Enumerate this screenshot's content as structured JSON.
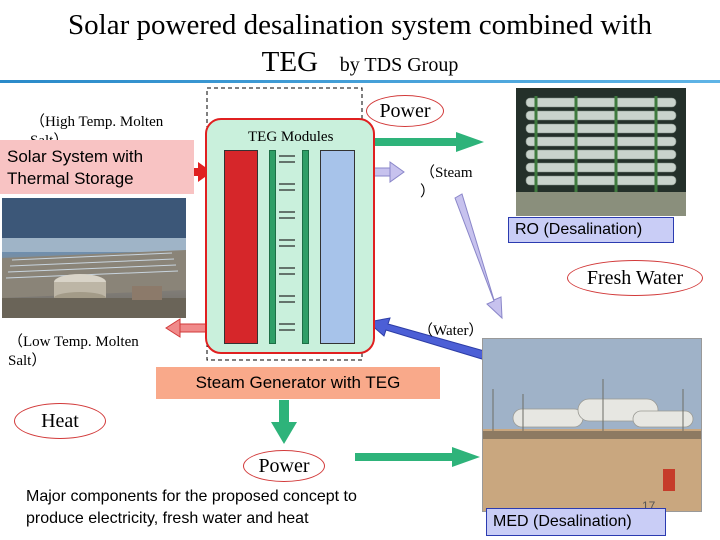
{
  "title": {
    "line1": "Solar powered desalination system combined with",
    "line2": "TEG",
    "byline": "by TDS Group"
  },
  "labels": {
    "high_temp_line1": "（High Temp. Molten",
    "high_temp_line2": "Salt）",
    "solar_system_line1": "Solar System with",
    "solar_system_line2": "Thermal Storage",
    "teg_modules": "TEG Modules",
    "power_top": "Power",
    "steam_line1": "（Steam",
    "steam_line2": "）",
    "ro": "RO (Desalination)",
    "fresh_water": "Fresh Water",
    "low_temp_line1": "（Low Temp. Molten",
    "low_temp_line2": "Salt）",
    "water": "（Water）",
    "steam_generator": "Steam Generator with TEG",
    "heat": "Heat",
    "power_bottom": "Power",
    "caption_line1": "Major components for the proposed concept to",
    "caption_line2": "produce electricity, fresh water and heat",
    "page_number": "17",
    "med": "MED (Desalination)"
  },
  "colors": {
    "accent_red": "#e02020",
    "arrow_green": "#2eb37a",
    "label_blue": "#c9cdf6",
    "solar_pink": "#f8c3c3",
    "steam_gen_orange": "#f9a98a",
    "teg_box": "#c9f0dc",
    "hot_plate": "#d6262a",
    "cold_plate": "#a7c3ea"
  }
}
